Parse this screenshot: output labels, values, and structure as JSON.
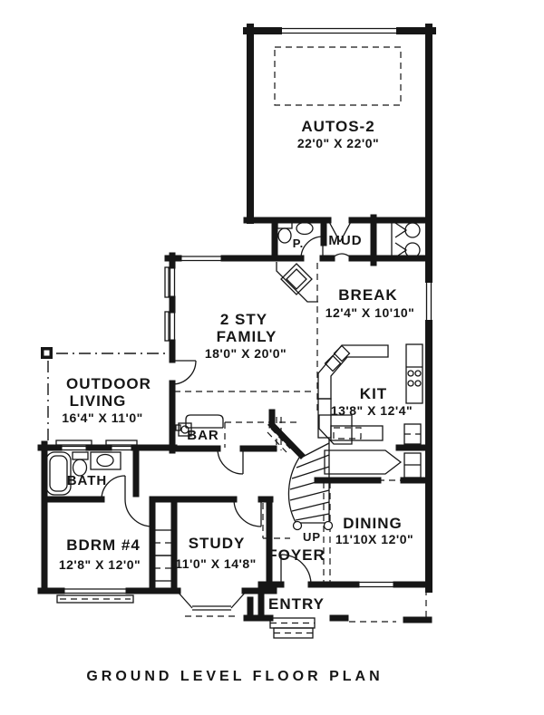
{
  "caption": "GROUND LEVEL FLOOR PLAN",
  "colors": {
    "ink": "#161616",
    "paper": "#ffffff"
  },
  "rooms": {
    "garage": {
      "name": "AUTOS-2",
      "dims": "22'0\" X 22'0\""
    },
    "powder": {
      "name": "P."
    },
    "mud": {
      "name": "MUD"
    },
    "break": {
      "name": "BREAK",
      "dims": "12'4\" X 10'10\""
    },
    "family": {
      "name1": "2 STY",
      "name2": "FAMILY",
      "dims": "18'0\" X 20'0\""
    },
    "outdoor": {
      "name1": "OUTDOOR",
      "name2": "LIVING",
      "dims": "16'4\" X 11'0\""
    },
    "kitchen": {
      "name": "KIT",
      "dims": "13'8\" X 12'4\""
    },
    "bar": {
      "name": "BAR"
    },
    "bath": {
      "name": "BATH"
    },
    "bedroom4": {
      "name": "BDRM #4",
      "dims": "12'8\" X 12'0\""
    },
    "study": {
      "name": "STUDY",
      "dims": "11'0\" X 14'8\""
    },
    "foyer": {
      "name": "FOYER"
    },
    "stairs": {
      "name": "UP"
    },
    "dining": {
      "name": "DINING",
      "dims": "11'10X 12'0\""
    },
    "entry": {
      "name": "ENTRY"
    }
  }
}
